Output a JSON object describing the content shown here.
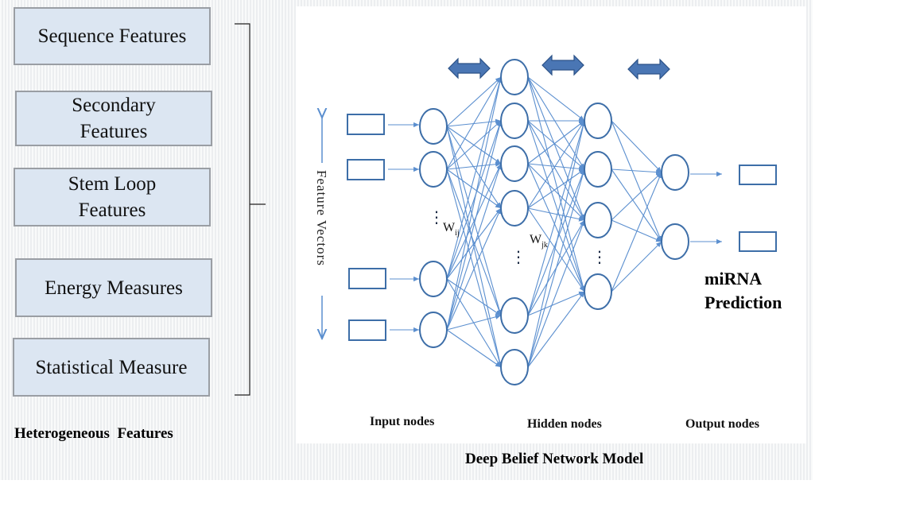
{
  "features": [
    {
      "label": "Sequence Features"
    },
    {
      "label": "Secondary Features"
    },
    {
      "label": "Stem Loop Features"
    },
    {
      "label": "Energy Measures"
    },
    {
      "label": "Statistical Measure"
    }
  ],
  "feature_group_caption": "Heterogeneous  Features",
  "network": {
    "axis_label": "Feature Vectors",
    "input_caption": "Input nodes",
    "hidden_caption": "Hidden nodes",
    "output_caption": "Output nodes",
    "weight_ij": {
      "main": "W",
      "sub": "ij"
    },
    "weight_jk": {
      "main": "W",
      "sub": "jk"
    },
    "ellipsis": "⋮",
    "prediction_line1": "miRNA",
    "prediction_line2": "Prediction"
  },
  "model_caption": "Deep Belief Network Model",
  "colors": {
    "box_fill": "#dce6f2",
    "box_border": "#9a9ea4",
    "node_stroke": "#3d6ea8",
    "edge": "#5b8fcf",
    "double_arrow": "#4a76b4"
  }
}
